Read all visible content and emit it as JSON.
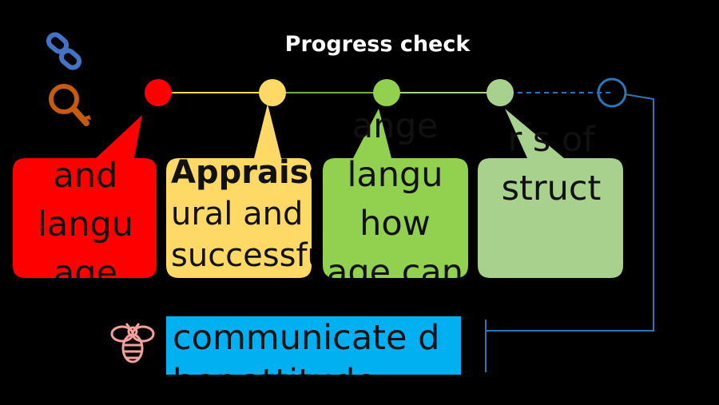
{
  "title": "Progress check",
  "colors": {
    "step1": "#FF0000",
    "step2": "#FFD966",
    "step3": "#92D050",
    "step4": "#A9D18E",
    "step5_outline": "#2E75B6",
    "blue_box": "#00B0F0",
    "connector_line": "#2E75B6"
  },
  "icons": {
    "top": "link-icon",
    "middle": "magnifier-icon",
    "bottom": "bee-icon"
  },
  "steps": [
    {
      "bubble_text": "and langu age"
    },
    {
      "bubble_text_bold": "Appraise",
      "bubble_text": "ural and successfully langu throughout has"
    },
    {
      "bubble_text": "ange langu how age can"
    },
    {
      "bubble_text": "r s of struct"
    }
  ],
  "blue_box": {
    "text": "communicate d her attitude"
  }
}
